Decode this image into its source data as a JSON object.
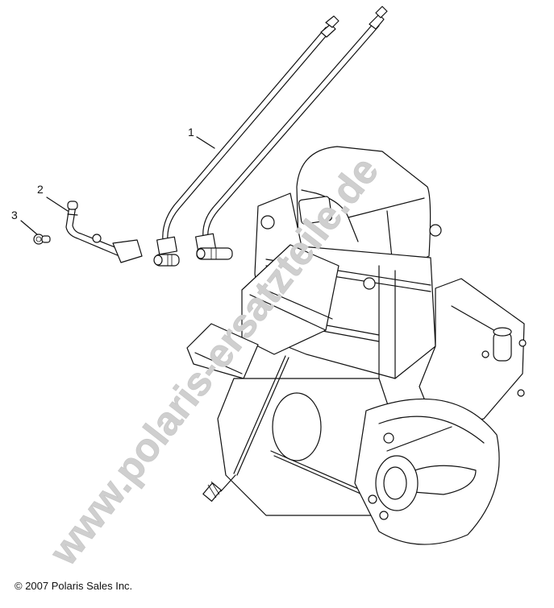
{
  "diagram": {
    "type": "exploded-parts-diagram",
    "subject": "engine with breather hoses",
    "callouts": [
      {
        "id": "1",
        "label": "1",
        "part": "breather hose (pair)"
      },
      {
        "id": "2",
        "label": "2",
        "part": "elbow fitting / tube"
      },
      {
        "id": "3",
        "label": "3",
        "part": "screw / fastener"
      }
    ],
    "watermark": "www.polaris-ersatzteile.de",
    "copyright": "© 2007 Polaris Sales Inc.",
    "colors": {
      "line": "#111111",
      "background": "#ffffff",
      "watermark": "#cfcfcf"
    }
  }
}
